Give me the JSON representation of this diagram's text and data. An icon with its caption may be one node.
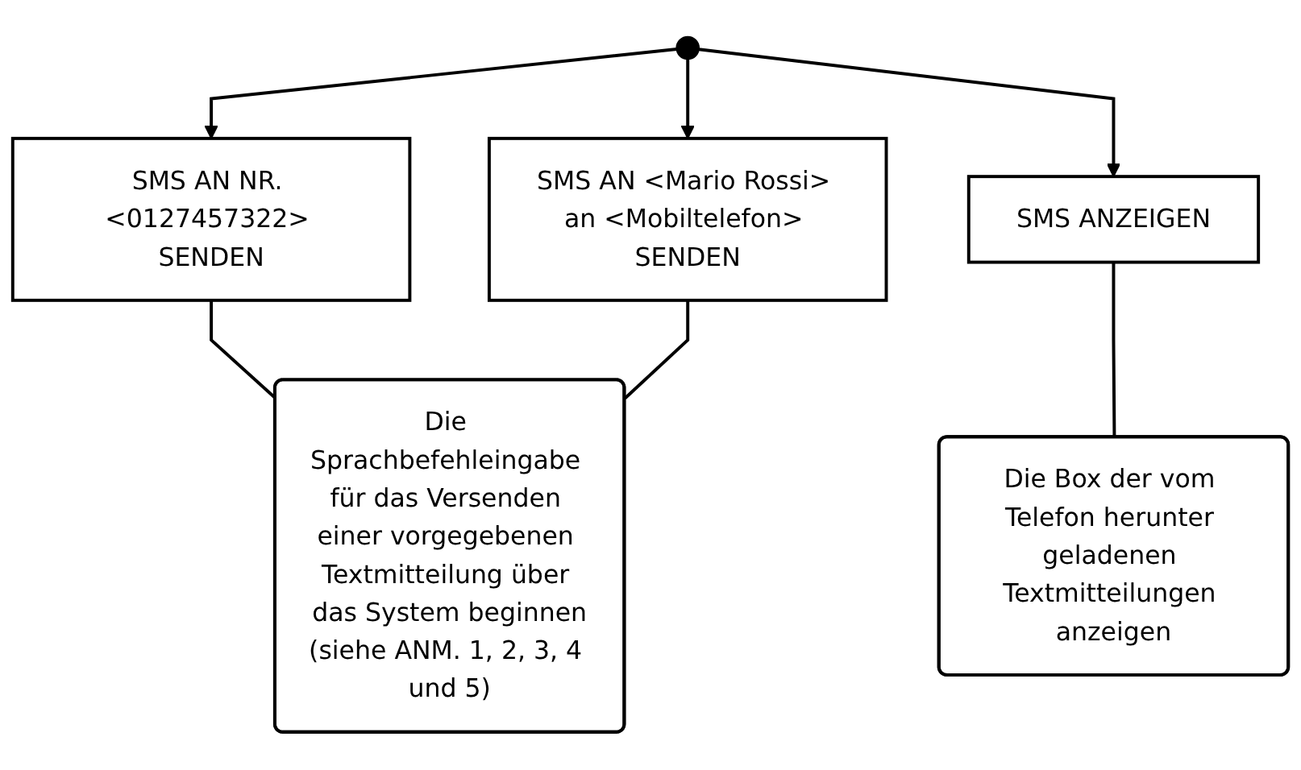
{
  "diagram": {
    "nodes": [
      {
        "text": [
          "SMS AN NR. <0127457322> SENDEN"
        ]
      },
      {
        "text": [
          "SMS AN <Mario Rossi> an <Mobiltelefon> SENDEN"
        ]
      },
      {
        "text": [
          "SMS ANZEIGEN"
        ]
      },
      {
        "text": [
          "Die Sprachbefehleingabe für das Versenden einer vorgegebenen Textmitteilung über das System beginnen",
          "(siehe ANM. 1, 2, 3, 4 und 5)"
        ]
      },
      {
        "text": [
          "Die Box der vom Telefon herunter geladenen Textmitteilungen anzeigen"
        ]
      }
    ],
    "edges": [
      {
        "from": null,
        "to": 0,
        "arrow": "to"
      },
      {
        "from": null,
        "to": 1,
        "arrow": "to"
      },
      {
        "from": null,
        "to": 2,
        "arrow": "to"
      },
      {
        "from": 0,
        "to": 3,
        "arrow": "none"
      },
      {
        "from": 1,
        "to": 3,
        "arrow": "none"
      },
      {
        "from": 2,
        "to": 4,
        "arrow": "none"
      }
    ]
  }
}
